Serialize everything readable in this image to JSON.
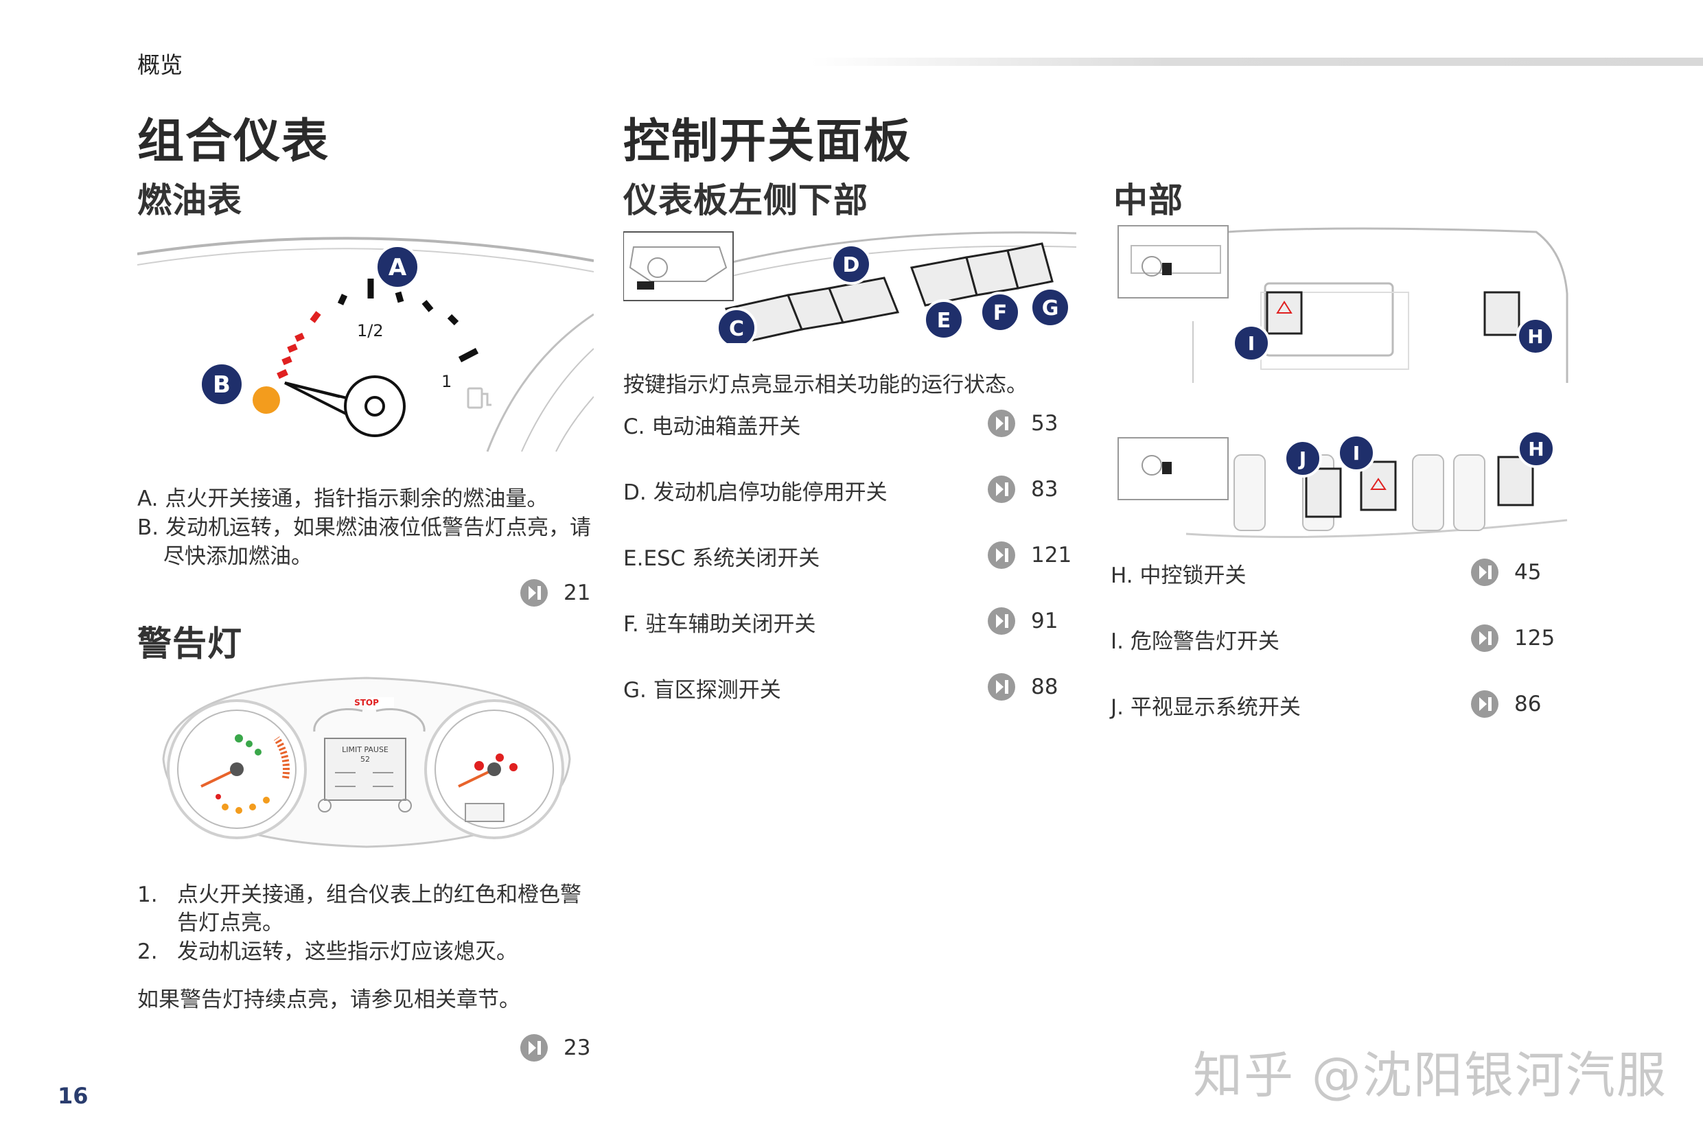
{
  "header": {
    "section_label": "概览"
  },
  "page_number": "16",
  "watermark": "知乎 @沈阳银河汽服",
  "left": {
    "title": "组合仪表",
    "fuel": {
      "heading": "燃油表",
      "callouts": {
        "a": "A",
        "b": "B"
      },
      "gauge_half_label": "1/2",
      "gauge_full_label": "1",
      "items": [
        {
          "label": "A. 点火开关接通，指针指示剩余的燃油量。"
        },
        {
          "label": "B. 发动机运转，如果燃油液位低警告灯点亮，请",
          "cont": "尽快添加燃油。"
        }
      ],
      "ref_page": "21"
    },
    "warning": {
      "heading": "警告灯",
      "cluster_screen_text": "LIMIT PAUSE",
      "cluster_speed_text": "52",
      "cluster_stop_text": "STOP",
      "items": [
        {
          "num": "1.",
          "line1": "点火开关接通，组合仪表上的红色和橙色警",
          "line2": "告灯点亮。"
        },
        {
          "num": "2.",
          "line1": "发动机运转，这些指示灯应该熄灭。"
        }
      ],
      "note": "如果警告灯持续点亮，请参见相关章节。",
      "ref_page": "23"
    }
  },
  "right": {
    "title": "控制开关面板",
    "lower_left": {
      "heading": "仪表板左侧下部",
      "callouts": {
        "c": "C",
        "d": "D",
        "e": "E",
        "f": "F",
        "g": "G"
      },
      "description": "按键指示灯点亮显示相关功能的运行状态。",
      "items": [
        {
          "label": "C. 电动油箱盖开关",
          "page": "53"
        },
        {
          "label": "D. 发动机启停功能停用开关",
          "page": "83"
        },
        {
          "label": "E.ESC 系统关闭开关",
          "page": "121"
        },
        {
          "label": "F.  驻车辅助关闭开关",
          "page": "91"
        },
        {
          "label": "G. 盲区探测开关",
          "page": "88"
        }
      ]
    },
    "center": {
      "heading": "中部",
      "callouts": {
        "h": "H",
        "i": "I",
        "j": "J"
      },
      "items": [
        {
          "label": "H. 中控锁开关",
          "page": "45"
        },
        {
          "label": "I. 危险警告灯开关",
          "page": "125"
        },
        {
          "label": "J. 平视显示系统开关",
          "page": "86"
        }
      ]
    }
  },
  "colors": {
    "callout": "#1f2f6b",
    "fuel_warn": "#f39c1d",
    "red_zone": "#e02020",
    "ref_icon": "#9a9a9a"
  }
}
